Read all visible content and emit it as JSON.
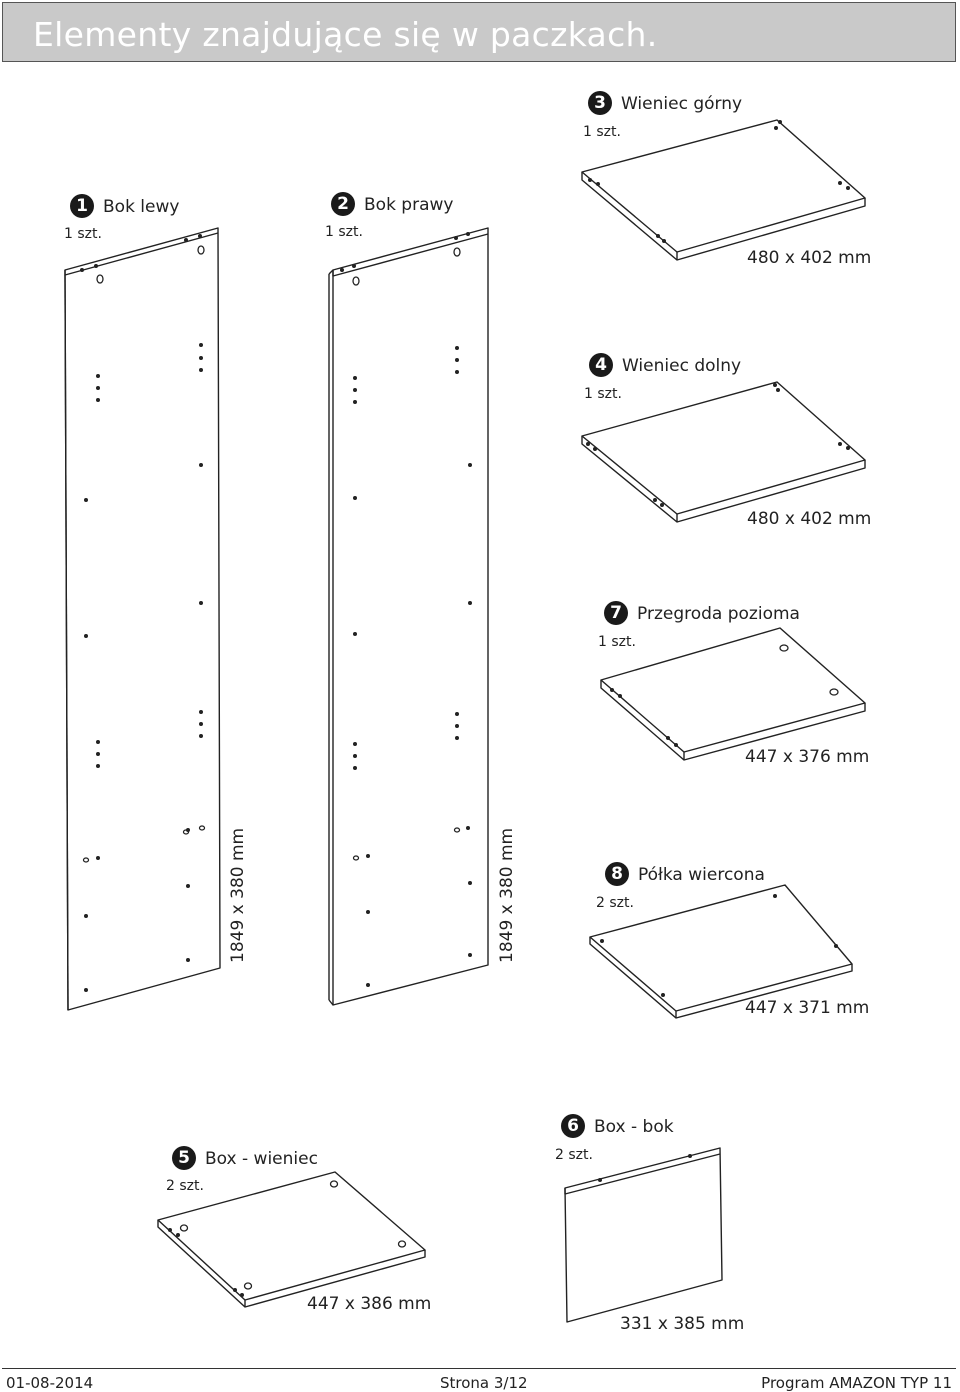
{
  "header": {
    "title": "Elementy znajdujące się w paczkach."
  },
  "parts": [
    {
      "num": "1",
      "name": "Bok lewy",
      "qty": "1 szt.",
      "dims": "1849 x 380 mm"
    },
    {
      "num": "2",
      "name": "Bok prawy",
      "qty": "1 szt.",
      "dims": "1849 x 380 mm"
    },
    {
      "num": "3",
      "name": "Wieniec górny",
      "qty": "1 szt.",
      "dims": "480 x 402 mm"
    },
    {
      "num": "4",
      "name": "Wieniec dolny",
      "qty": "1 szt.",
      "dims": "480 x 402 mm"
    },
    {
      "num": "7",
      "name": "Przegroda pozioma",
      "qty": "1 szt.",
      "dims": "447 x 376 mm"
    },
    {
      "num": "8",
      "name": "Półka wiercona",
      "qty": "2 szt.",
      "dims": "447 x 371 mm"
    },
    {
      "num": "5",
      "name": "Box - wieniec",
      "qty": "2 szt.",
      "dims": "447 x 386 mm"
    },
    {
      "num": "6",
      "name": "Box - bok",
      "qty": "2 szt.",
      "dims": "331 x 385 mm"
    }
  ],
  "footer": {
    "date": "01-08-2014",
    "page": "Strona 3/12",
    "program": "Program AMAZON TYP 11"
  }
}
